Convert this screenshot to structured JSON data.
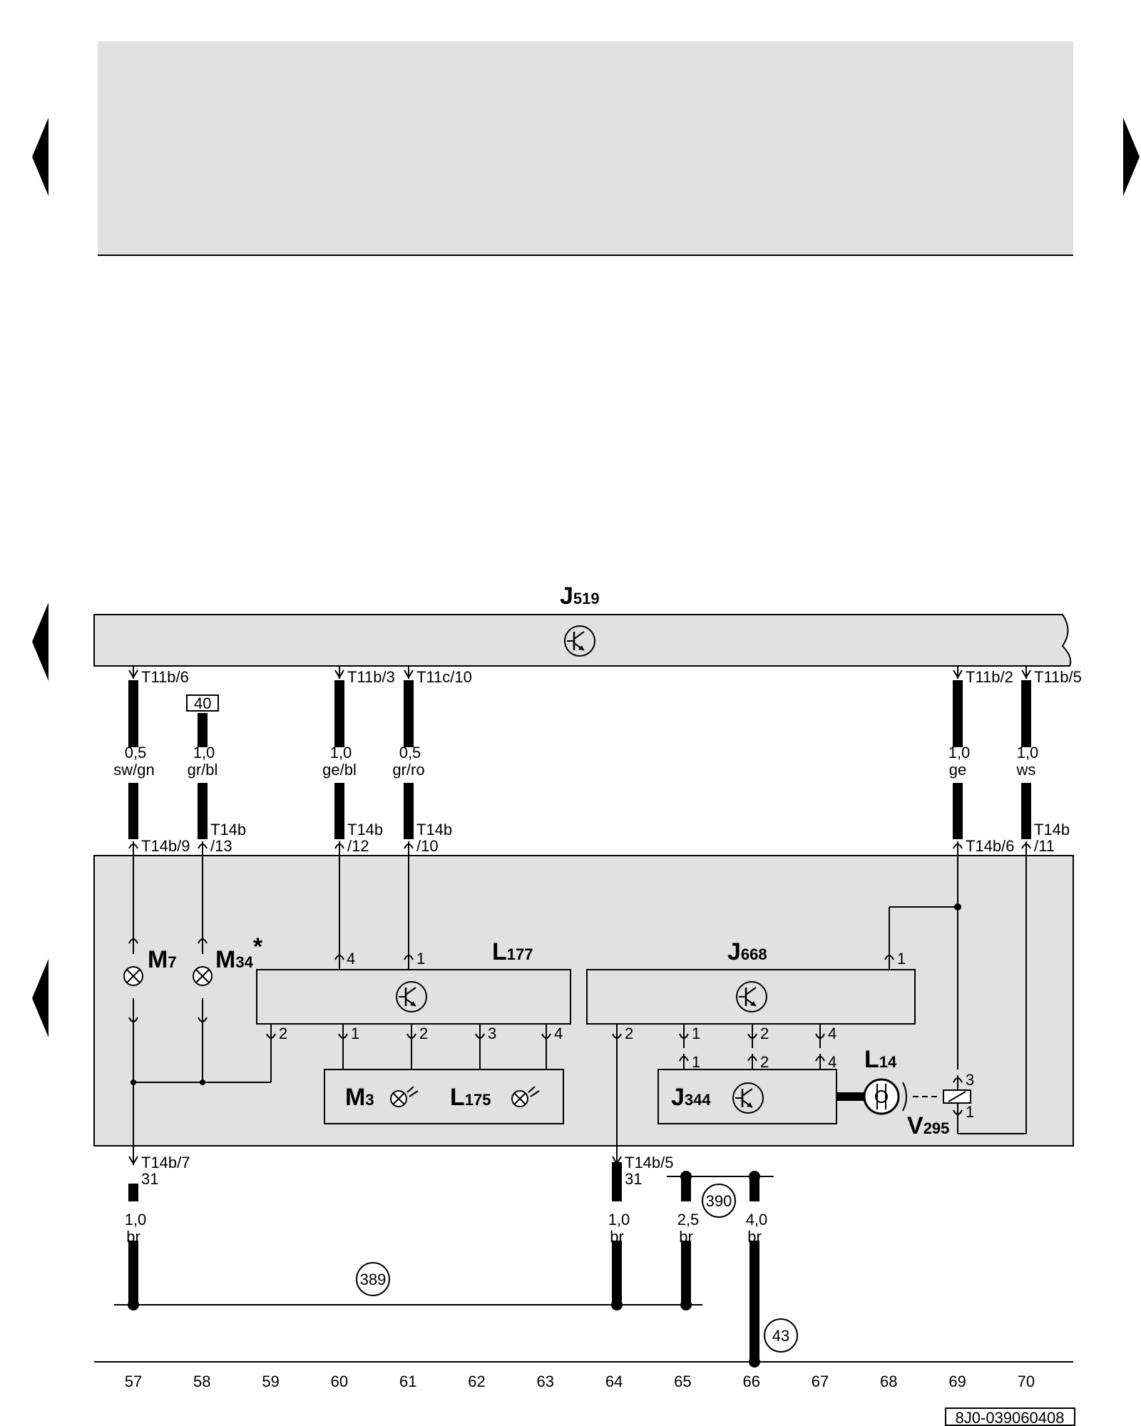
{
  "header": {
    "panel_color": "#e1e1e1",
    "page_code": "8J0-039060408"
  },
  "nav": {
    "left_arrow_icon": "triangle-left",
    "right_arrow_icon": "triangle-right"
  },
  "components": {
    "J519": {
      "letter": "J",
      "num": "519"
    },
    "L177": {
      "letter": "L",
      "num": "177"
    },
    "J668": {
      "letter": "J",
      "num": "668"
    },
    "M7": {
      "letter": "M",
      "num": "7"
    },
    "M34": {
      "letter": "M",
      "num": "34",
      "mark": "*"
    },
    "M3": {
      "letter": "M",
      "num": "3"
    },
    "L175": {
      "letter": "L",
      "num": "175"
    },
    "J344": {
      "letter": "J",
      "num": "344"
    },
    "L14": {
      "letter": "L",
      "num": "14"
    },
    "V295": {
      "letter": "V",
      "num": "295"
    }
  },
  "connectors": {
    "t11b6": "T11b/6",
    "t11b3": "T11b/3",
    "t11c10": "T11c/10",
    "t11b2": "T11b/2",
    "t11b5": "T11b/5",
    "t14b9": "T14b/9",
    "t14b13_a": "T14b",
    "t14b13_b": "/13",
    "t14b12_a": "T14b",
    "t14b12_b": "/12",
    "t14b10_a": "T14b",
    "t14b10_b": "/10",
    "t14b6": "T14b/6",
    "t14b11_a": "T14b",
    "t14b11_b": "/11",
    "t14b7": "T14b/7",
    "t14b5": "T14b/5",
    "term31_a": "31",
    "term31_b": "31"
  },
  "ref_box": "40",
  "wires": [
    {
      "size": "0,5",
      "color": "sw/gn"
    },
    {
      "size": "1,0",
      "color": "gr/bl"
    },
    {
      "size": "1,0",
      "color": "ge/bl"
    },
    {
      "size": "0,5",
      "color": "gr/ro"
    },
    {
      "size": "1,0",
      "color": "ge"
    },
    {
      "size": "1,0",
      "color": "ws"
    },
    {
      "size": "1,0",
      "color": "br"
    },
    {
      "size": "1,0",
      "color": "br"
    },
    {
      "size": "2,5",
      "color": "br"
    },
    {
      "size": "4,0",
      "color": "br"
    }
  ],
  "pins": {
    "l177_4": "4",
    "l177_1": "1",
    "l177_2": "2",
    "sub_1": "1",
    "sub_2": "2",
    "sub_3": "3",
    "sub_4": "4",
    "j668_1": "1",
    "j668_2": "2",
    "j668_b1": "1",
    "j668_b2": "2",
    "j668_b4": "4",
    "j344_1": "1",
    "j344_2": "2",
    "j344_4": "4",
    "v295_3": "3",
    "v295_1": "1"
  },
  "ground_points": [
    "389",
    "390",
    "43"
  ],
  "tracks": [
    "57",
    "58",
    "59",
    "60",
    "61",
    "62",
    "63",
    "64",
    "65",
    "66",
    "67",
    "68",
    "69",
    "70"
  ]
}
